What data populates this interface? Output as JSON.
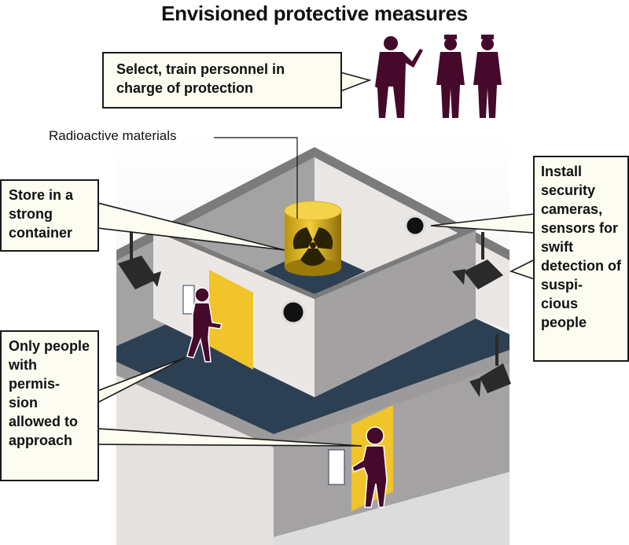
{
  "title": "Envisioned protective measures",
  "callouts": {
    "personnel": "Select, train personnel in charge of protection",
    "container": "Store in a strong container",
    "cameras": "Install security cameras, sensors for swift detection of suspi- cious people",
    "permission": "Only people with permis- sion allowed to approach"
  },
  "labels": {
    "radioactive": "Radioactive materials"
  },
  "colors": {
    "figure": "#45092b",
    "door": "#f0c42a",
    "floor": "#2d4053",
    "callout_bg": "#fdfcf1"
  }
}
